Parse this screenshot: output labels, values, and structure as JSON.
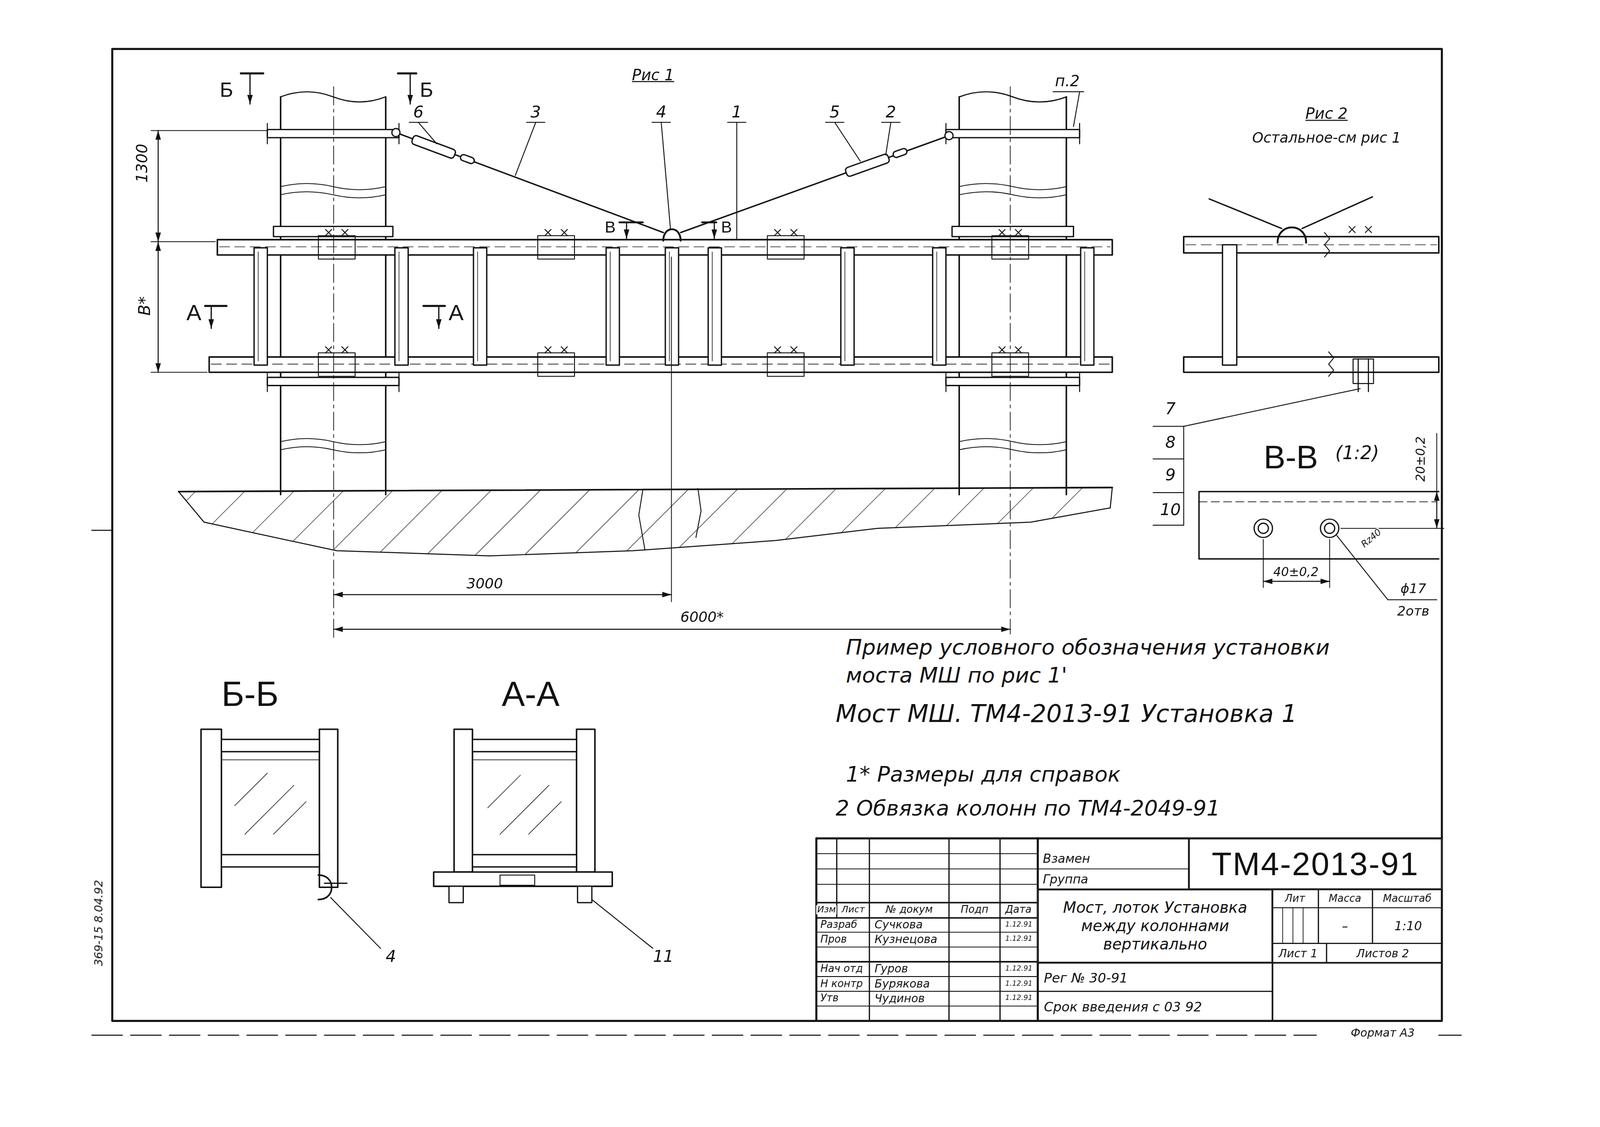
{
  "diagram": {
    "nodes": [
      {
        "text": [
          "ТМ4-2013-91"
        ]
      },
      {
        "text": [
          "Мост, лоток Установка между колоннами вертикально"
        ]
      }
    ],
    "labels": [
      "Рис 1",
      "Б",
      "Б",
      "6",
      "3",
      "4",
      "1",
      "5",
      "2",
      "п.2",
      "1300",
      "В*",
      "В",
      "В",
      "А",
      "А",
      "3000",
      "6000*",
      "Рис 2",
      "Остальное-см рис 1",
      "7",
      "8",
      "9",
      "10",
      "В-В",
      "(1:2)",
      "20±0,2",
      "40±0,2",
      "Rz40",
      "ϕ17",
      "2отв",
      "Пример условного обозначения установки моста МШ по рис 1'",
      "Мост МШ. ТМ4-2013-91 Установка 1",
      "1* Размеры для справок",
      "2 Обвязка колонн по ТМ4-2049-91",
      "Б-Б",
      "А-А",
      "4",
      "11",
      "Взамен",
      "Группа",
      "Изм",
      "Лист",
      "№ докум",
      "Подп",
      "Дата",
      "Разраб",
      "Пров",
      "Сучкова",
      "Кузнецова",
      "Нач отд",
      "Н контр",
      "Утв",
      "Гуров",
      "Бурякова",
      "Чудинов",
      "1.12.91",
      "1.12.91",
      "1.12.91",
      "1.12.91",
      "1.12.91",
      "Рег № 30-91",
      "Срок введения с 03 92",
      "Лит",
      "Масса",
      "Масштаб",
      "–",
      "1:10",
      "Лист 1",
      "Листов 2",
      "Формат А3",
      "369-15 8.04.92"
    ]
  }
}
